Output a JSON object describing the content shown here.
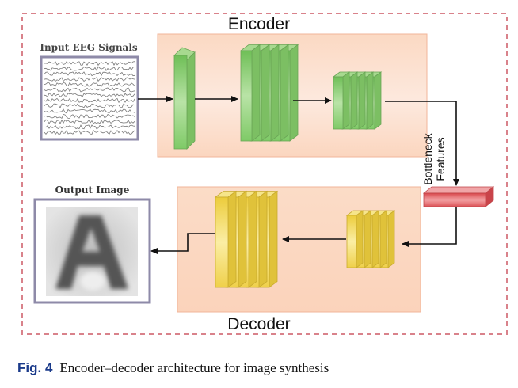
{
  "diagram": {
    "encoder_label": "Encoder",
    "decoder_label": "Decoder",
    "input_label": "Input EEG Signals",
    "output_label": "Output Image",
    "bottleneck_lines": [
      "Bottleneck",
      "Features"
    ]
  },
  "caption": {
    "fig_label": "Fig. 4",
    "text": "Encoder–decoder architecture for image synthesis"
  },
  "colors": {
    "outer_border": "#d9828b",
    "panel_fill": "#fbdcc8",
    "encoder_block": "#8fd07a",
    "decoder_block": "#f2dc5e",
    "bottleneck": "#e05a5f",
    "frame": "#8e8aa8"
  }
}
